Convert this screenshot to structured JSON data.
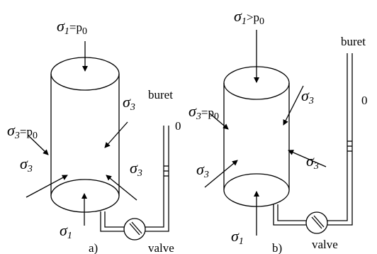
{
  "panel_a": {
    "caption": "a)",
    "sigma": "σ",
    "top_label_sub": "1",
    "top_label_rest": "=p",
    "top_label_p_sub": "0",
    "left_top_label_sub": "3",
    "left_top_label_rest": "=p",
    "left_top_label_p_sub": "0",
    "right_top_label_sub": "3",
    "left_bottom_label_sub": "3",
    "right_bottom_label_sub": "3",
    "bottom_label_sub": "1",
    "buret_label": "buret",
    "zero_label": "0",
    "valve_label": "valve"
  },
  "panel_b": {
    "caption": "b)",
    "sigma": "σ",
    "top_label_sub": "1",
    "top_label_rest": ">p",
    "top_label_p_sub": "0",
    "left_top_label_sub": "3",
    "left_top_label_rest": "=p",
    "left_top_label_p_sub": "0",
    "right_top_label_sub": "3",
    "left_bottom_label_sub": "3",
    "right_bottom_label_sub": "3",
    "bottom_label_sub": "1",
    "buret_label": "buret",
    "zero_label": "0",
    "valve_label": "valve"
  }
}
